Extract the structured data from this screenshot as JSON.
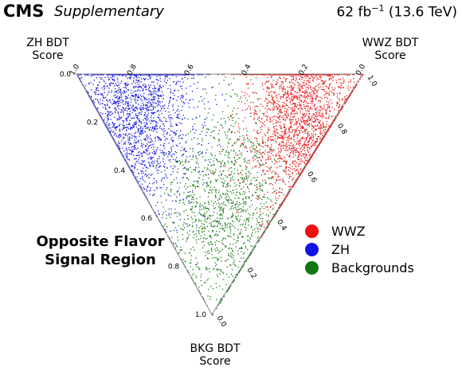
{
  "header": {
    "experiment": "CMS",
    "status": "Supplementary",
    "lumi_value": "62 fb",
    "lumi_exp": "−1",
    "energy": "(13.6 TeV)"
  },
  "region_label": [
    "Opposite Flavor",
    "Signal Region"
  ],
  "chart_data": {
    "type": "ternary-scatter",
    "title": "",
    "axes": [
      {
        "corner": "top-left",
        "label": [
          "ZH BDT",
          "Score"
        ],
        "range": [
          0.0,
          1.0
        ]
      },
      {
        "corner": "top-right",
        "label": [
          "WWZ BDT",
          "Score"
        ],
        "range": [
          0.0,
          1.0
        ]
      },
      {
        "corner": "bottom",
        "label": [
          "BKG BDT",
          "Score"
        ],
        "range": [
          0.0,
          1.0
        ]
      }
    ],
    "ticks": {
      "top_edge": [
        "1.0",
        "0.8",
        "0.6",
        "0.4",
        "0.2",
        "0.0"
      ],
      "left_edge": [
        "0.0",
        "0.2",
        "0.4",
        "0.6",
        "0.8",
        "1.0"
      ],
      "right_edge": [
        "1.0",
        "0.8",
        "0.6",
        "0.4",
        "0.2",
        "0.0"
      ]
    },
    "series": [
      {
        "name": "WWZ",
        "color": "#ee1111",
        "centroid": {
          "zh": 0.12,
          "wwz": 0.7,
          "bkg": 0.18
        },
        "spread": 0.14,
        "n_points": 2600
      },
      {
        "name": "ZH",
        "color": "#1111ee",
        "centroid": {
          "zh": 0.72,
          "wwz": 0.12,
          "bkg": 0.16
        },
        "spread": 0.15,
        "n_points": 2600
      },
      {
        "name": "Backgrounds",
        "color": "#117711",
        "centroid": {
          "zh": 0.2,
          "wwz": 0.25,
          "bkg": 0.55
        },
        "spread": 0.15,
        "n_points": 1500
      }
    ],
    "legend_position": "right"
  }
}
